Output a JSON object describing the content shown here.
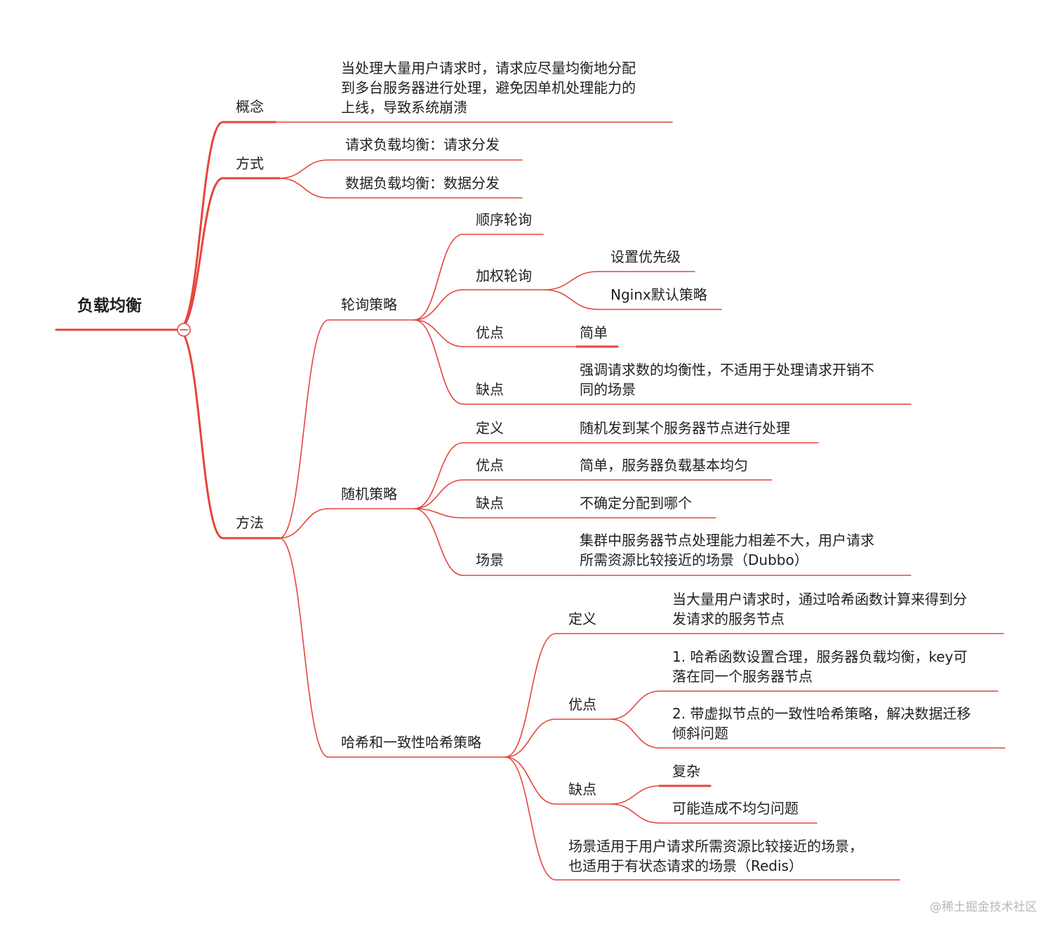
{
  "line_color": "#e5453b",
  "root": "负载均衡",
  "concept": {
    "label": "概念",
    "desc": [
      "当处理大量用户请求时，请求应尽量均衡地分配",
      "到多台服务器进行处理，避免因单机处理能力的",
      "上线，导致系统崩溃"
    ]
  },
  "mode": {
    "label": "方式",
    "items": [
      "请求负载均衡：请求分发",
      "数据负载均衡：数据分发"
    ]
  },
  "method": {
    "label": "方法",
    "round_robin": {
      "label": "轮询策略",
      "sequential": "顺序轮询",
      "weighted": "加权轮询",
      "weighted_items": [
        "设置优先级",
        "Nginx默认策略"
      ],
      "pro_label": "优点",
      "pro_value": "简单",
      "con_label": "缺点",
      "con_value": [
        "强调请求数的均衡性，不适用于处理请求开销不",
        "同的场景"
      ]
    },
    "random": {
      "label": "随机策略",
      "def_label": "定义",
      "def_value": "随机发到某个服务器节点进行处理",
      "pro_label": "优点",
      "pro_value": "简单，服务器负载基本均匀",
      "con_label": "缺点",
      "con_value": "不确定分配到哪个",
      "scene_label": "场景",
      "scene_value": [
        "集群中服务器节点处理能力相差不大，用户请求",
        "所需资源比较接近的场景（Dubbo）"
      ]
    },
    "hash": {
      "label": "哈希和一致性哈希策略",
      "def_label": "定义",
      "def_value": [
        "当大量用户请求时，通过哈希函数计算来得到分",
        "发请求的服务节点"
      ],
      "pro_label": "优点",
      "pro_items": [
        [
          "1. 哈希函数设置合理，服务器负载均衡，key可",
          "落在同一个服务器节点"
        ],
        [
          "2. 带虚拟节点的一致性哈希策略，解决数据迁移",
          "倾斜问题"
        ]
      ],
      "con_label": "缺点",
      "con_items": [
        "复杂",
        "可能造成不均匀问题"
      ],
      "scene_value": [
        "场景适用于用户请求所需资源比较接近的场景，",
        "也适用于有状态请求的场景（Redis）"
      ]
    }
  },
  "watermark": "@稀土掘金技术社区"
}
